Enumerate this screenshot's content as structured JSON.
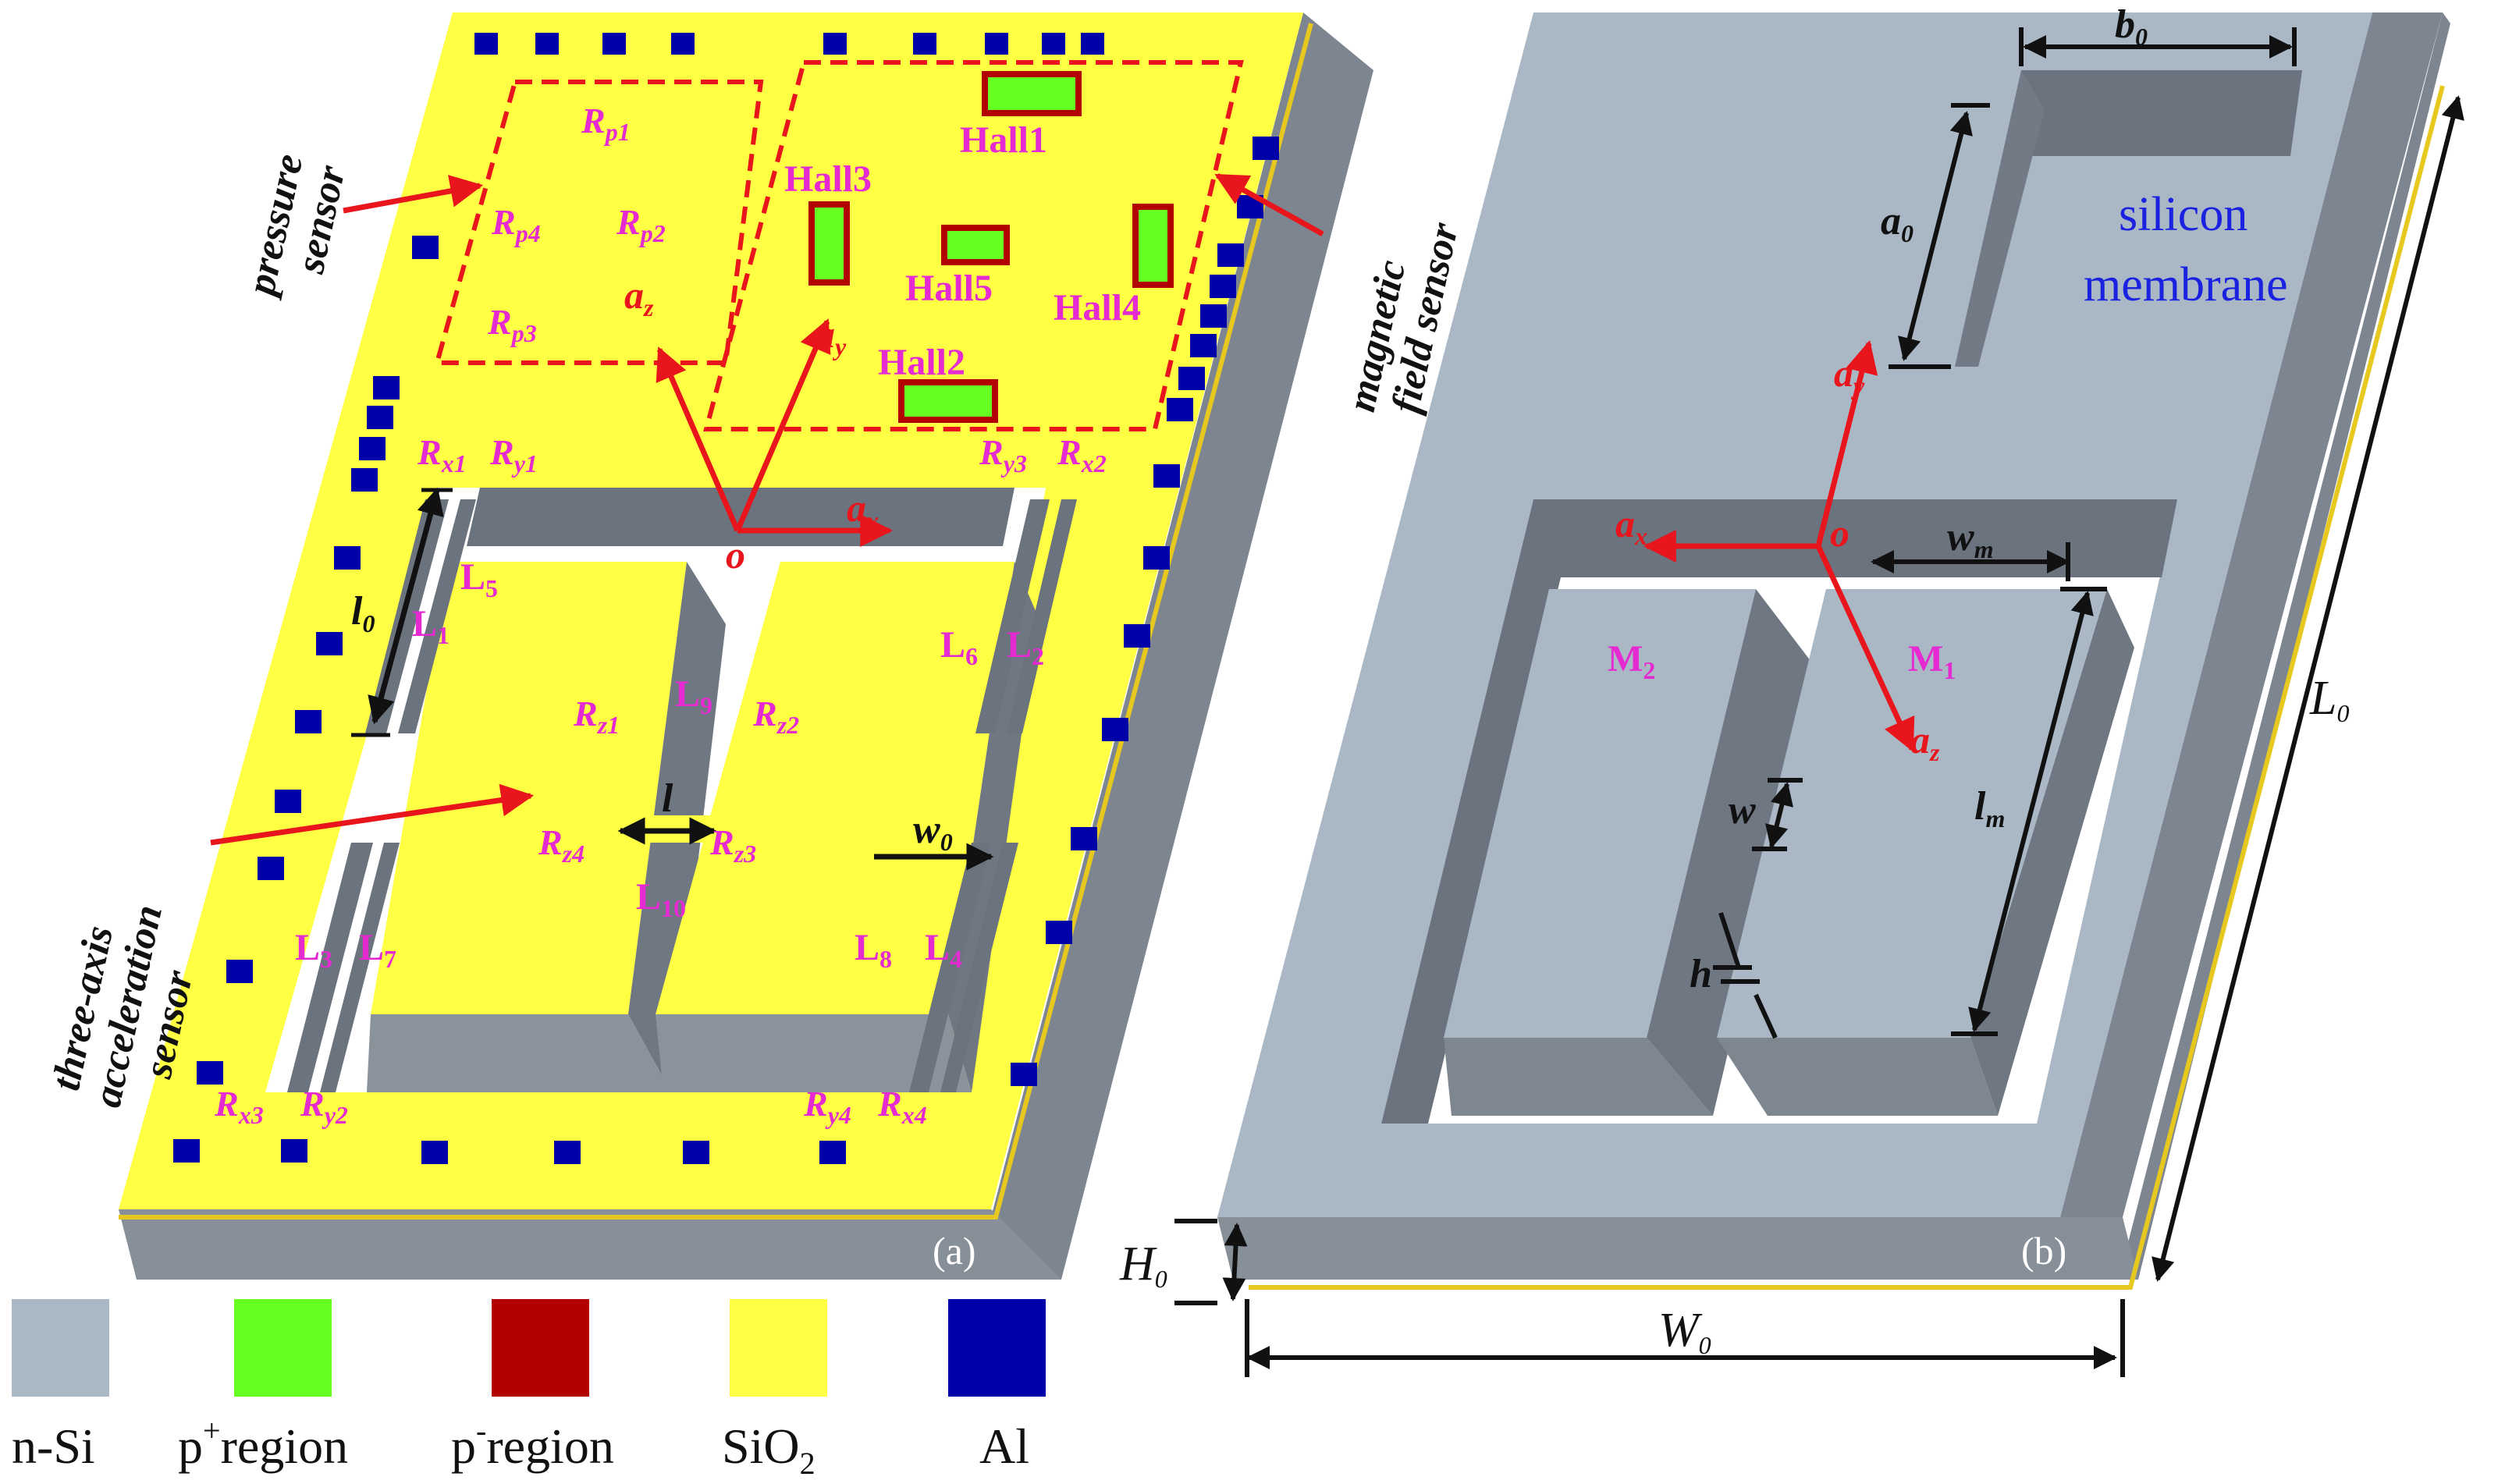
{
  "panel_a": {
    "label": "(a)",
    "callouts": {
      "pressure": [
        "pressure",
        "sensor"
      ],
      "magnetic": [
        "magnetic",
        "field  sensor"
      ],
      "acceleration": [
        "three-axis",
        "acceleration",
        "sensor"
      ]
    },
    "resistors": [
      {
        "base": "R",
        "sub": "p1"
      },
      {
        "base": "R",
        "sub": "p4"
      },
      {
        "base": "R",
        "sub": "p2"
      },
      {
        "base": "R",
        "sub": "p3"
      },
      {
        "base": "R",
        "sub": "x1"
      },
      {
        "base": "R",
        "sub": "y1"
      },
      {
        "base": "R",
        "sub": "y3"
      },
      {
        "base": "R",
        "sub": "x2"
      },
      {
        "base": "R",
        "sub": "z1"
      },
      {
        "base": "R",
        "sub": "z2"
      },
      {
        "base": "R",
        "sub": "z4"
      },
      {
        "base": "R",
        "sub": "z3"
      },
      {
        "base": "R",
        "sub": "x3"
      },
      {
        "base": "R",
        "sub": "y2"
      },
      {
        "base": "R",
        "sub": "y4"
      },
      {
        "base": "R",
        "sub": "x4"
      }
    ],
    "hall": [
      "Hall1",
      "Hall3",
      "Hall5",
      "Hall4",
      "Hall2"
    ],
    "beams": [
      "L",
      "5",
      "L",
      "1",
      "L",
      "6",
      "L",
      "2",
      "L",
      "9",
      "L",
      "10",
      "L",
      "3",
      "L",
      "7",
      "L",
      "8",
      "L",
      "4"
    ],
    "axes": {
      "ax": "a",
      "ax_sub": "x",
      "ay": "a",
      "ay_sub": "y",
      "az": "a",
      "az_sub": "z",
      "origin": "o"
    },
    "dims": {
      "l0": "l",
      "l0_sub": "0",
      "l": "l",
      "w0": "w",
      "w0_sub": "0"
    }
  },
  "panel_b": {
    "label": "(b)",
    "membrane": [
      "silicon",
      "membrane"
    ],
    "masses": [
      {
        "base": "M",
        "sub": "2"
      },
      {
        "base": "M",
        "sub": "1"
      }
    ],
    "axes": {
      "ax": "a",
      "ax_sub": "x",
      "ay": "a",
      "ay_sub": "y",
      "az": "a",
      "az_sub": "z",
      "origin": "o"
    },
    "dims": {
      "b0": "b",
      "b0_sub": "0",
      "a0": "a",
      "a0_sub": "0",
      "wm": "w",
      "wm_sub": "m",
      "lm": "l",
      "lm_sub": "m",
      "w": "w",
      "h": "h",
      "L0": "L",
      "L0_sub": "0",
      "H0": "H",
      "H0_sub": "0",
      "W0": "W",
      "W0_sub": "0"
    }
  },
  "legend": [
    {
      "label": "n-Si",
      "color": "#aab8c6"
    },
    {
      "label": "p",
      "sup": "+",
      "rest": "region",
      "color": "#66ff22"
    },
    {
      "label": "p",
      "sup": "-",
      "rest": "region",
      "color": "#b20000"
    },
    {
      "label": "SiO",
      "sub": "2",
      "color": "#ffff44"
    },
    {
      "label": "Al",
      "color": "#0000a8"
    }
  ],
  "colors": {
    "n_si": "#aab8c6",
    "p_plus": "#66ff22",
    "p_minus": "#b20000",
    "sio2": "#ffff44",
    "al": "#0000a8",
    "arrow": "#e8151c",
    "label": "#e62ad2"
  }
}
